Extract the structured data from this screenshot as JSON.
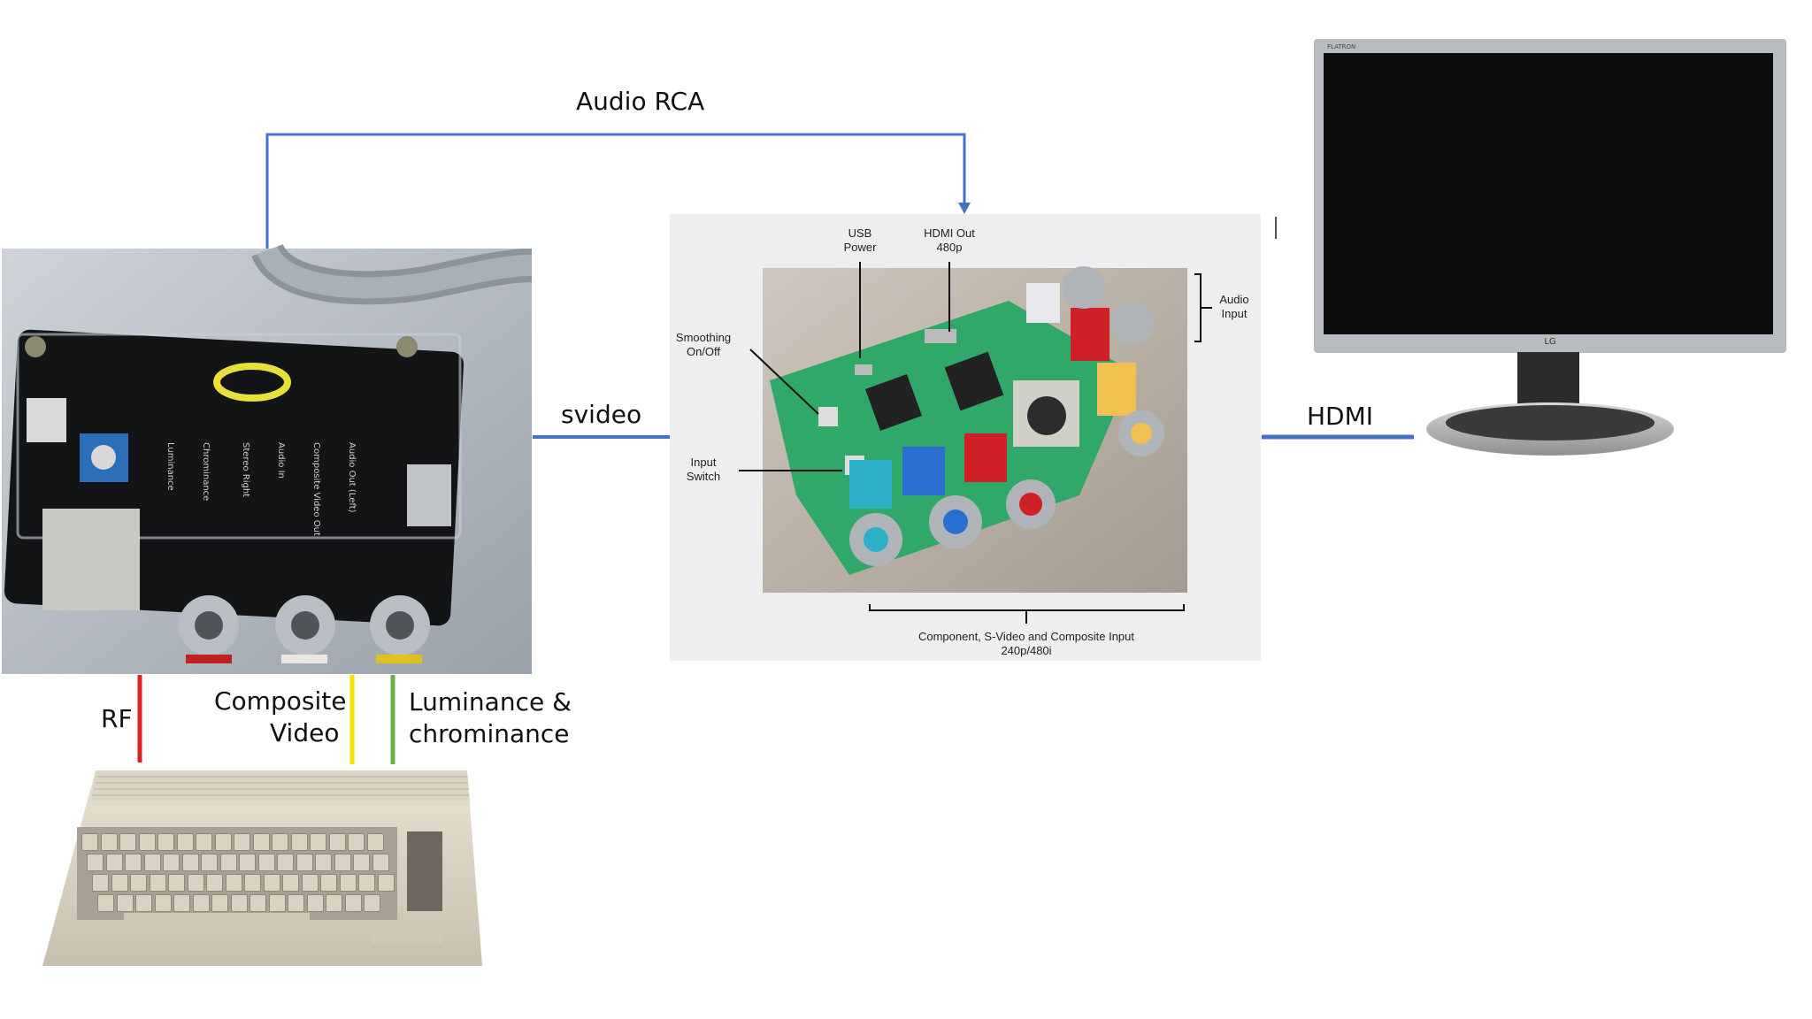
{
  "connections": {
    "audio_rca": "Audio RCA",
    "svideo": "svideo",
    "hdmi": "HDMI",
    "rf": "RF",
    "composite_line1": "Composite",
    "composite_line2": "Video",
    "luma_line1": "Luminance &",
    "luma_line2": "chrominance"
  },
  "converter_labels": {
    "usb_1": "USB",
    "usb_2": "Power",
    "hdmi_out_1": "HDMI Out",
    "hdmi_out_2": "480p",
    "smoothing_1": "Smoothing",
    "smoothing_2": "On/Off",
    "input_switch_1": "Input",
    "input_switch_2": "Switch",
    "audio_input_1": "Audio",
    "audio_input_2": "Input",
    "component_1": "Component, S-Video and Composite Input",
    "component_2": "240p/480i"
  },
  "monitor": {
    "brand": "LG",
    "model": "FLATRON"
  },
  "colors": {
    "audio_line": "#4472c4",
    "svideo_line": "#4472c4",
    "hdmi_line": "#4472c4",
    "rf_line": "#e02020",
    "composite_line": "#f5e000",
    "luma_line": "#70ad47"
  },
  "icons": [
    "adapter-board-photo",
    "scaler-board-photo",
    "monitor-photo",
    "c64-computer-photo"
  ]
}
